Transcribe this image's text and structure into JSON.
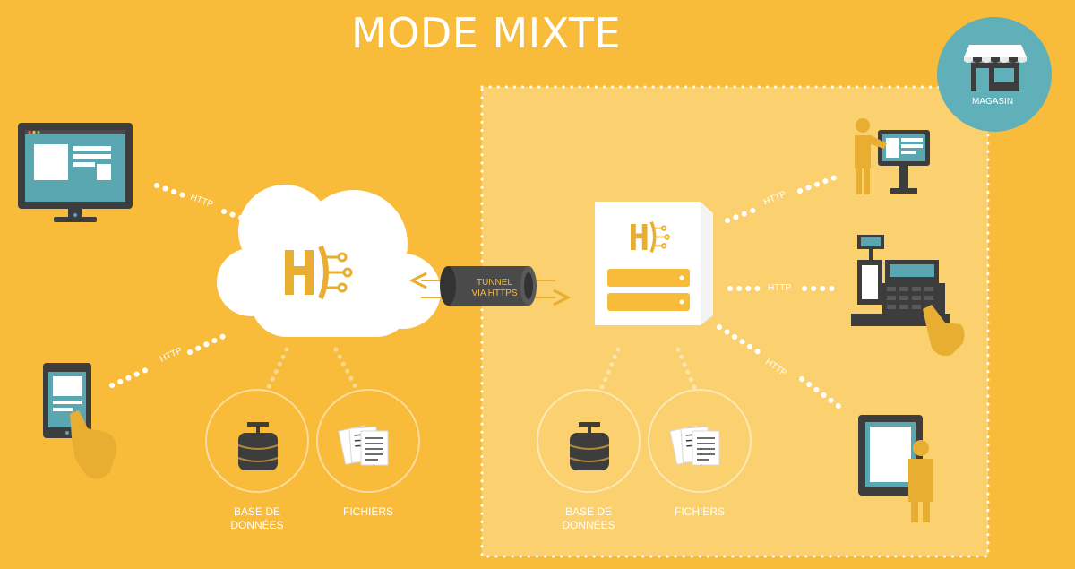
{
  "title": "MODE MIXTE",
  "badge": {
    "label": "MAGASIN",
    "icon": "store-icon"
  },
  "cloud": {
    "icon": "cloud-icon",
    "logo": "h-logo-icon"
  },
  "local_server": {
    "icon": "server-icon",
    "logo": "h-logo-icon"
  },
  "tunnel": {
    "line1": "TUNNEL",
    "line2": "VIA HTTPS"
  },
  "connections": {
    "desktop": "HTTP",
    "tablet": "HTTP",
    "kiosk": "HTTP",
    "register": "HTTP",
    "pos_tablet": "HTTP"
  },
  "cloud_storage": {
    "database": {
      "line1": "BASE DE",
      "line2": "DONNÉES",
      "icon": "database-icon"
    },
    "files": {
      "label": "FICHIERS",
      "icon": "files-icon"
    }
  },
  "local_storage": {
    "database": {
      "line1": "BASE DE",
      "line2": "DONNÉES",
      "icon": "database-icon"
    },
    "files": {
      "label": "FICHIERS",
      "icon": "files-icon"
    }
  },
  "colors": {
    "background": "#f8bb3a",
    "zone": "#fbd06e",
    "accent": "#e8ae32",
    "badge": "#5fb0b8",
    "screen": "#5aa7b1",
    "dark": "#3d3d3d"
  }
}
